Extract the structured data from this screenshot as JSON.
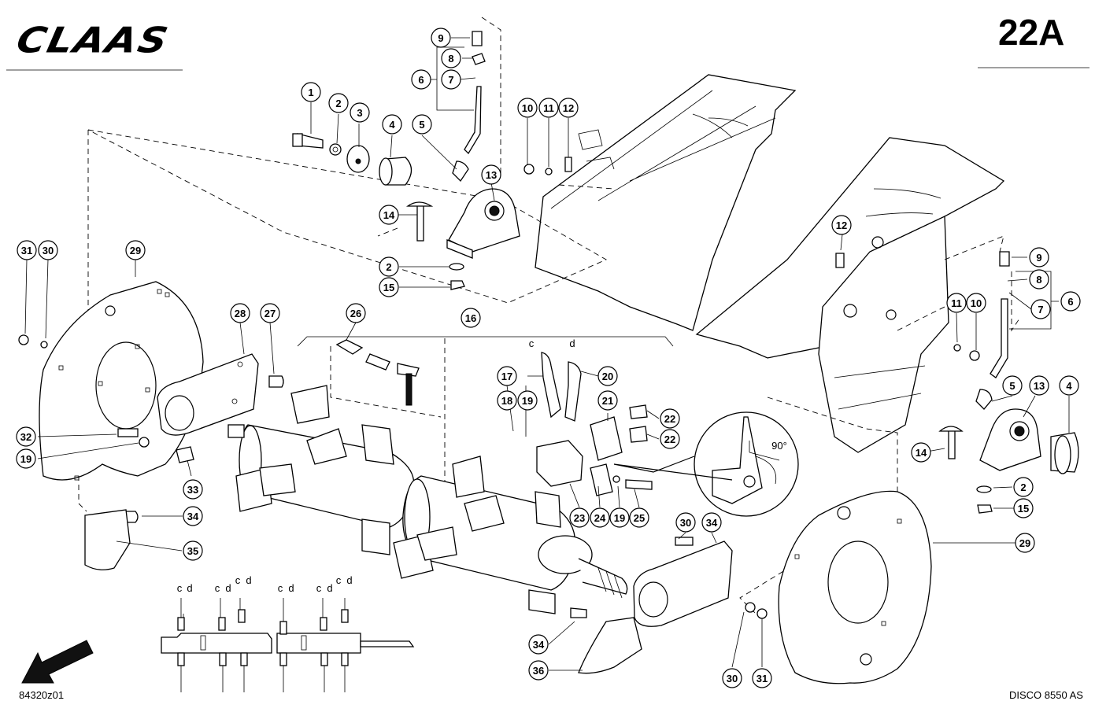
{
  "header": {
    "brand": "CLAAS",
    "page_code": "22A"
  },
  "footer": {
    "drawing_number": "84320z01",
    "model": "DISCO 8550 AS"
  },
  "detail_view": {
    "angle_label": "90°"
  },
  "variant_labels": {
    "c": "c",
    "d": "d"
  },
  "callouts": [
    "1",
    "2",
    "3",
    "4",
    "5",
    "6",
    "7",
    "8",
    "9",
    "10",
    "11",
    "12",
    "13",
    "14",
    "15",
    "2",
    "12",
    "9",
    "8",
    "7",
    "6",
    "11",
    "10",
    "5",
    "13",
    "4",
    "14",
    "2",
    "15",
    "31",
    "30",
    "29",
    "28",
    "27",
    "26",
    "16",
    "17",
    "20",
    "18",
    "19",
    "21",
    "22",
    "22",
    "32",
    "19",
    "33",
    "34",
    "35",
    "23",
    "24",
    "19",
    "25",
    "30",
    "34",
    "29",
    "34",
    "36",
    "30",
    "31"
  ]
}
